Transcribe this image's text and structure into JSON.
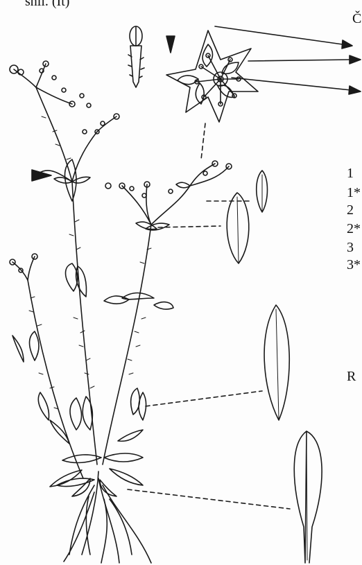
{
  "header_fragment": "snil. (It)",
  "flower_label_fragment": "Č",
  "key_lines": [
    "1",
    "1*",
    "2",
    "2*",
    "3",
    "3*"
  ],
  "footer_fragment": "R",
  "colors": {
    "ink": "#1a1a1a",
    "paper": "#fdfdfd"
  },
  "icons": [
    "arrowhead-marker-icon"
  ]
}
